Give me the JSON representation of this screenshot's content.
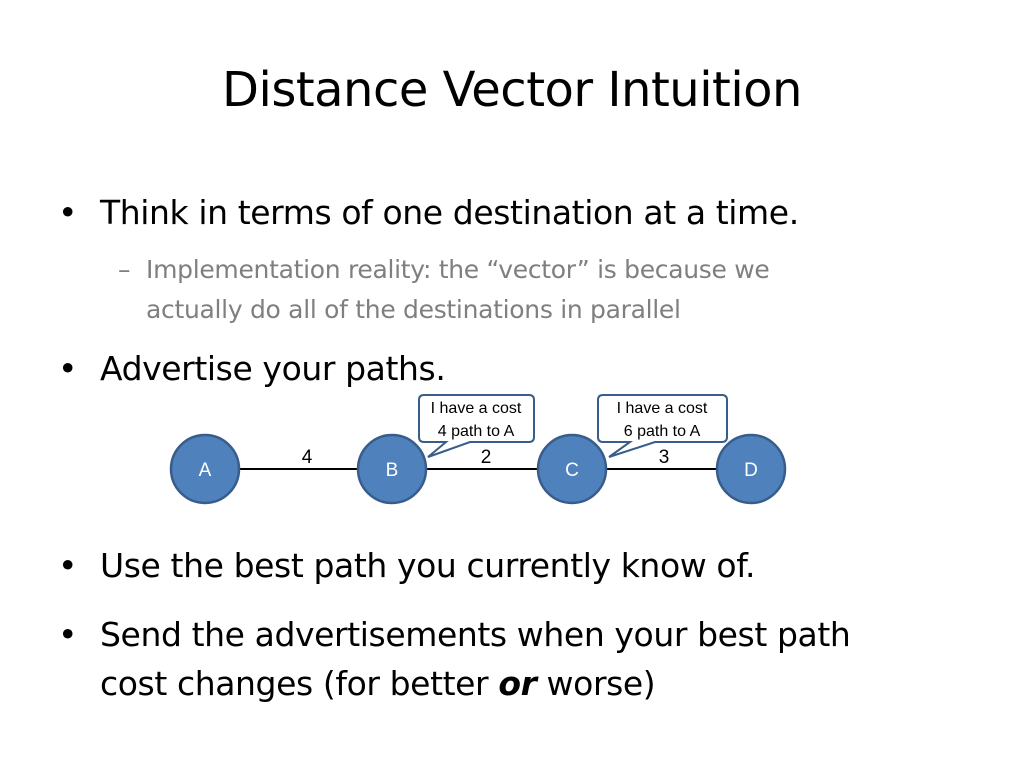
{
  "slide": {
    "title": "Distance Vector Intuition",
    "bullets": [
      {
        "text": "Think in terms of one destination at a time."
      },
      {
        "text": "Advertise your paths."
      },
      {
        "text": "Use the best path you currently know of."
      },
      {
        "line1": "Send the advertisements when your best path",
        "line2_before": "cost changes (for better ",
        "line2_emph": "or",
        "line2_after": " worse)"
      }
    ],
    "sub_bullet": {
      "line1": "Implementation reality: the “vector” is because we",
      "line2": "actually do all of the destinations in parallel"
    },
    "bullet_glyph": "•",
    "dash_glyph": "–"
  },
  "diagram": {
    "nodes": [
      {
        "id": "A",
        "label": "A"
      },
      {
        "id": "B",
        "label": "B"
      },
      {
        "id": "C",
        "label": "C"
      },
      {
        "id": "D",
        "label": "D"
      }
    ],
    "edges": [
      {
        "from": "A",
        "to": "B",
        "cost": "4"
      },
      {
        "from": "B",
        "to": "C",
        "cost": "2"
      },
      {
        "from": "C",
        "to": "D",
        "cost": "3"
      }
    ],
    "callouts": [
      {
        "from": "B",
        "line1": "I have a cost",
        "line2": "4 path to A"
      },
      {
        "from": "C",
        "line1": "I have a cost",
        "line2": "6 path to A"
      }
    ],
    "colors": {
      "node_fill": "#4f81bd",
      "node_stroke": "#385d8a",
      "callout_stroke": "#385d8a",
      "edge": "#000000"
    }
  }
}
